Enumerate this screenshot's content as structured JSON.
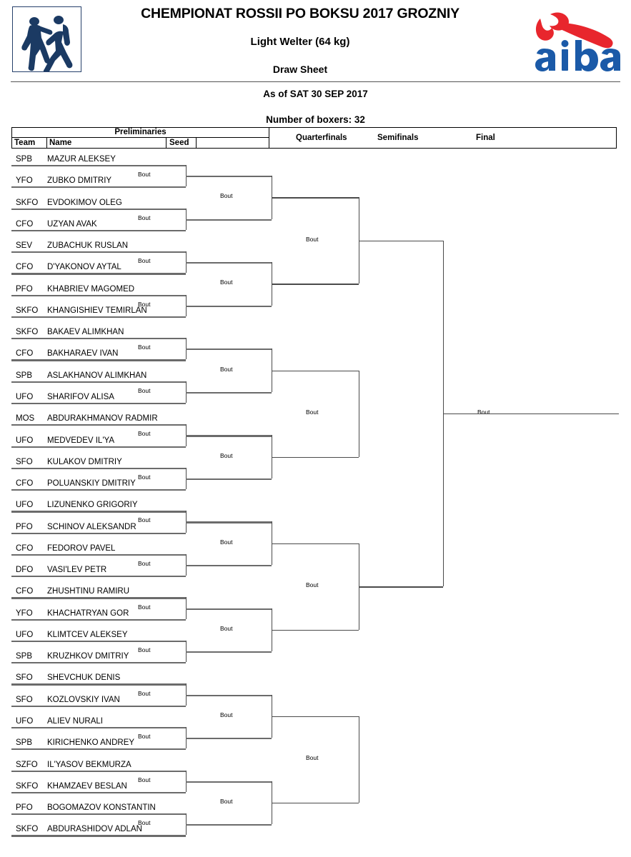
{
  "header": {
    "title": "CHEMPIONAT ROSSII PO BOKSU 2017 GROZNIY",
    "weight_class": "Light Welter (64 kg)",
    "sheet_type": "Draw Sheet",
    "as_of": "As of SAT 30 SEP 2017",
    "number_of_boxers": "Number of boxers: 32",
    "logo_left": "boxers-icon",
    "logo_right": "aiba-logo",
    "colors": {
      "aiba_red": "#e8262d",
      "aiba_blue": "#1b5aa8",
      "boxer_navy": "#1b3a63"
    }
  },
  "table_header": {
    "preliminaries": "Preliminaries",
    "team": "Team",
    "name": "Name",
    "seed": "Seed",
    "quarterfinals": "Quarterfinals",
    "semifinals": "Semifinals",
    "final": "Final"
  },
  "bout_label": "Bout",
  "chart_data": {
    "type": "table",
    "title": "Light Welter (64 kg) Draw Sheet",
    "rounds": [
      "Preliminaries",
      "Quarterfinals",
      "Semifinals",
      "Final"
    ],
    "boxers": [
      {
        "team": "SPB",
        "name": "MAZUR ALEKSEY",
        "seed": ""
      },
      {
        "team": "YFO",
        "name": "ZUBKO DMITRIY",
        "seed": ""
      },
      {
        "team": "SKFO",
        "name": "EVDOKIMOV OLEG",
        "seed": ""
      },
      {
        "team": "CFO",
        "name": "UZYAN AVAK",
        "seed": ""
      },
      {
        "team": "SEV",
        "name": "ZUBACHUK RUSLAN",
        "seed": ""
      },
      {
        "team": "CFO",
        "name": "D'YAKONOV AYTAL",
        "seed": ""
      },
      {
        "team": "PFO",
        "name": "KHABRIEV MAGOMED",
        "seed": ""
      },
      {
        "team": "SKFO",
        "name": "KHANGISHIEV TEMIRLAN",
        "seed": ""
      },
      {
        "team": "SKFO",
        "name": "BAKAEV ALIMKHAN",
        "seed": ""
      },
      {
        "team": "CFO",
        "name": "BAKHARAEV IVAN",
        "seed": ""
      },
      {
        "team": "SPB",
        "name": "ASLAKHANOV ALIMKHAN",
        "seed": ""
      },
      {
        "team": "UFO",
        "name": "SHARIFOV ALISA",
        "seed": ""
      },
      {
        "team": "MOS",
        "name": "ABDURAKHMANOV RADMIR",
        "seed": ""
      },
      {
        "team": "UFO",
        "name": "MEDVEDEV IL'YA",
        "seed": ""
      },
      {
        "team": "SFO",
        "name": "KULAKOV DMITRIY",
        "seed": ""
      },
      {
        "team": "CFO",
        "name": "POLUANSKIY DMITRIY",
        "seed": ""
      },
      {
        "team": "UFO",
        "name": "LIZUNENKO GRIGORIY",
        "seed": ""
      },
      {
        "team": "PFO",
        "name": "SCHINOV ALEKSANDR",
        "seed": ""
      },
      {
        "team": "CFO",
        "name": "FEDOROV PAVEL",
        "seed": ""
      },
      {
        "team": "DFO",
        "name": "VASI'LEV PETR",
        "seed": ""
      },
      {
        "team": "CFO",
        "name": "ZHUSHTINU RAMIRU",
        "seed": ""
      },
      {
        "team": "YFO",
        "name": "KHACHATRYAN GOR",
        "seed": ""
      },
      {
        "team": "UFO",
        "name": "KLIMTCEV ALEKSEY",
        "seed": ""
      },
      {
        "team": "SPB",
        "name": "KRUZHKOV DMITRIY",
        "seed": ""
      },
      {
        "team": "SFO",
        "name": "SHEVCHUK DENIS",
        "seed": ""
      },
      {
        "team": "SFO",
        "name": "KOZLOVSKIY IVAN",
        "seed": ""
      },
      {
        "team": "UFO",
        "name": "ALIEV NURALI",
        "seed": ""
      },
      {
        "team": "SPB",
        "name": "KIRICHENKO ANDREY",
        "seed": ""
      },
      {
        "team": "SZFO",
        "name": "IL'YASOV BEKMURZA",
        "seed": ""
      },
      {
        "team": "SKFO",
        "name": "KHAMZAEV BESLAN",
        "seed": ""
      },
      {
        "team": "PFO",
        "name": "BOGOMAZOV KONSTANTIN",
        "seed": ""
      },
      {
        "team": "SKFO",
        "name": "ABDURASHIDOV ADLAN",
        "seed": ""
      }
    ],
    "round_bout_counts": {
      "preliminaries": 16,
      "quarterfinals": 8,
      "semifinals": 4,
      "final": 1
    }
  }
}
